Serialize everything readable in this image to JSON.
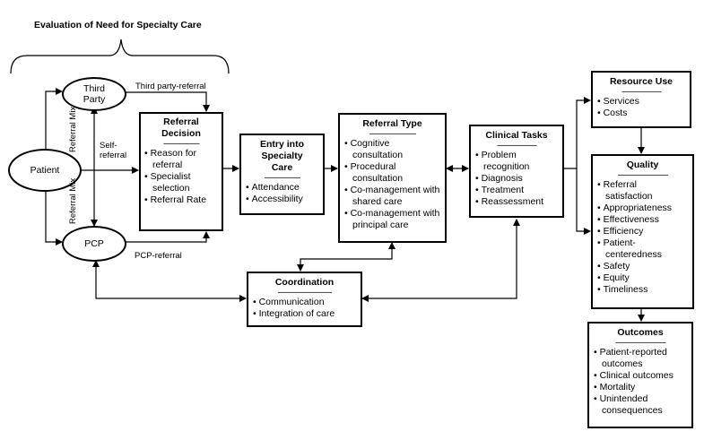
{
  "header": {
    "title": "Evaluation of Need for Specialty Care"
  },
  "ovals": {
    "patient": "Patient",
    "third_party": "Third Party",
    "pcp": "PCP"
  },
  "labels": {
    "third_party_referral": "Third party-referral",
    "self_referral": "Self-referral",
    "pcp_referral": "PCP-referral",
    "referral_mix_top": "Referral Mix",
    "referral_mix_bottom": "Referral Mix"
  },
  "boxes": {
    "referral_decision": {
      "title": "Referral Decision",
      "divider": "--------------------",
      "items": [
        "Reason for referral",
        "Specialist selection",
        "Referral Rate"
      ]
    },
    "entry": {
      "title": "Entry into Specialty Care",
      "divider": "--------------------",
      "items": [
        "Attendance",
        "Accessibility"
      ]
    },
    "referral_type": {
      "title": "Referral Type",
      "divider": "--------------------------",
      "items": [
        "Cognitive consultation",
        "Procedural consultation",
        "Co-management with shared care",
        "Co-management with principal care"
      ]
    },
    "clinical_tasks": {
      "title": "Clinical Tasks",
      "divider": "----------------------",
      "items": [
        "Problem recognition",
        "Diagnosis",
        "Treatment",
        "Reassessment"
      ]
    },
    "coordination": {
      "title": "Coordination",
      "divider": "------------------------------",
      "items": [
        "Communication",
        "Integration of care"
      ]
    },
    "resource_use": {
      "title": "Resource Use",
      "divider": "----------------------",
      "items": [
        "Services",
        "Costs"
      ]
    },
    "quality": {
      "title": "Quality",
      "divider": "----------------------------",
      "items": [
        "Referral satisfaction",
        "Appropriateness",
        "Effectiveness",
        "Efficiency",
        "Patient-centeredness",
        "Safety",
        "Equity",
        "Timeliness"
      ]
    },
    "outcomes": {
      "title": "Outcomes",
      "divider": "----------------------------",
      "items": [
        "Patient-reported outcomes",
        "Clinical outcomes",
        "Mortality",
        "Unintended consequences"
      ]
    }
  },
  "colors": {
    "line": "#000000",
    "background": "#ffffff"
  }
}
